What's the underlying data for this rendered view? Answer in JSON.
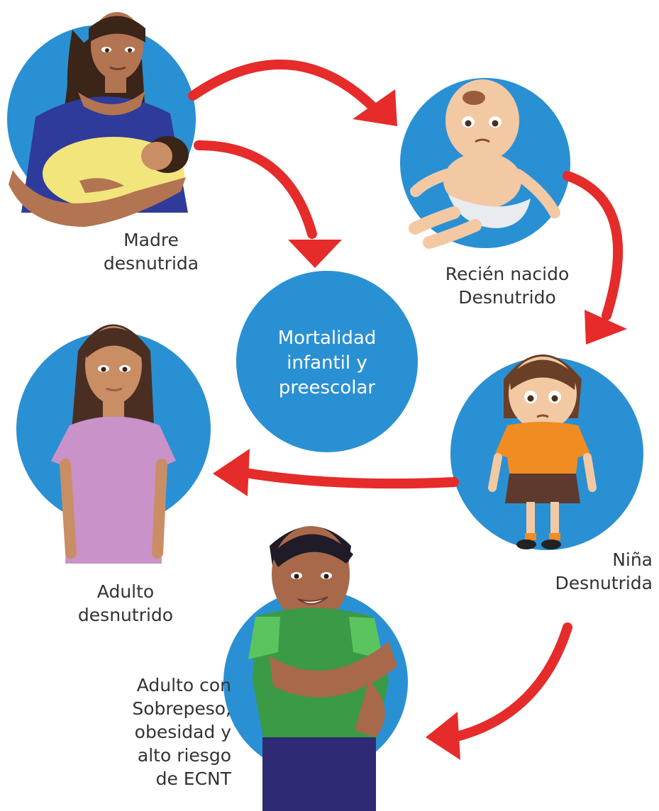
{
  "colors": {
    "circle": "#2a90d4",
    "arrow": "#e62b2b",
    "text": "#333333",
    "center_text": "#ffffff"
  },
  "center": {
    "lines": [
      "Mortalidad",
      "infantil y",
      "preescolar"
    ]
  },
  "nodes": {
    "mother": {
      "lines": [
        "Madre",
        "desnutrida"
      ]
    },
    "newborn": {
      "lines": [
        "Recién nacido",
        "Desnutrido"
      ]
    },
    "girl": {
      "lines": [
        "Niña",
        "Desnutrida"
      ]
    },
    "adult_woman": {
      "lines": [
        "Adulto",
        "desnutrido"
      ]
    },
    "adult_man": {
      "lines": [
        "Adulto con",
        "Sobrepeso,",
        "obesidad y",
        "alto riesgo",
        "de ECNT"
      ]
    }
  },
  "edges": [
    {
      "from": "mother",
      "to": "newborn"
    },
    {
      "from": "mother",
      "to": "center"
    },
    {
      "from": "newborn",
      "to": "girl"
    },
    {
      "from": "girl",
      "to": "adult_woman"
    },
    {
      "from": "girl",
      "to": "adult_man"
    }
  ]
}
